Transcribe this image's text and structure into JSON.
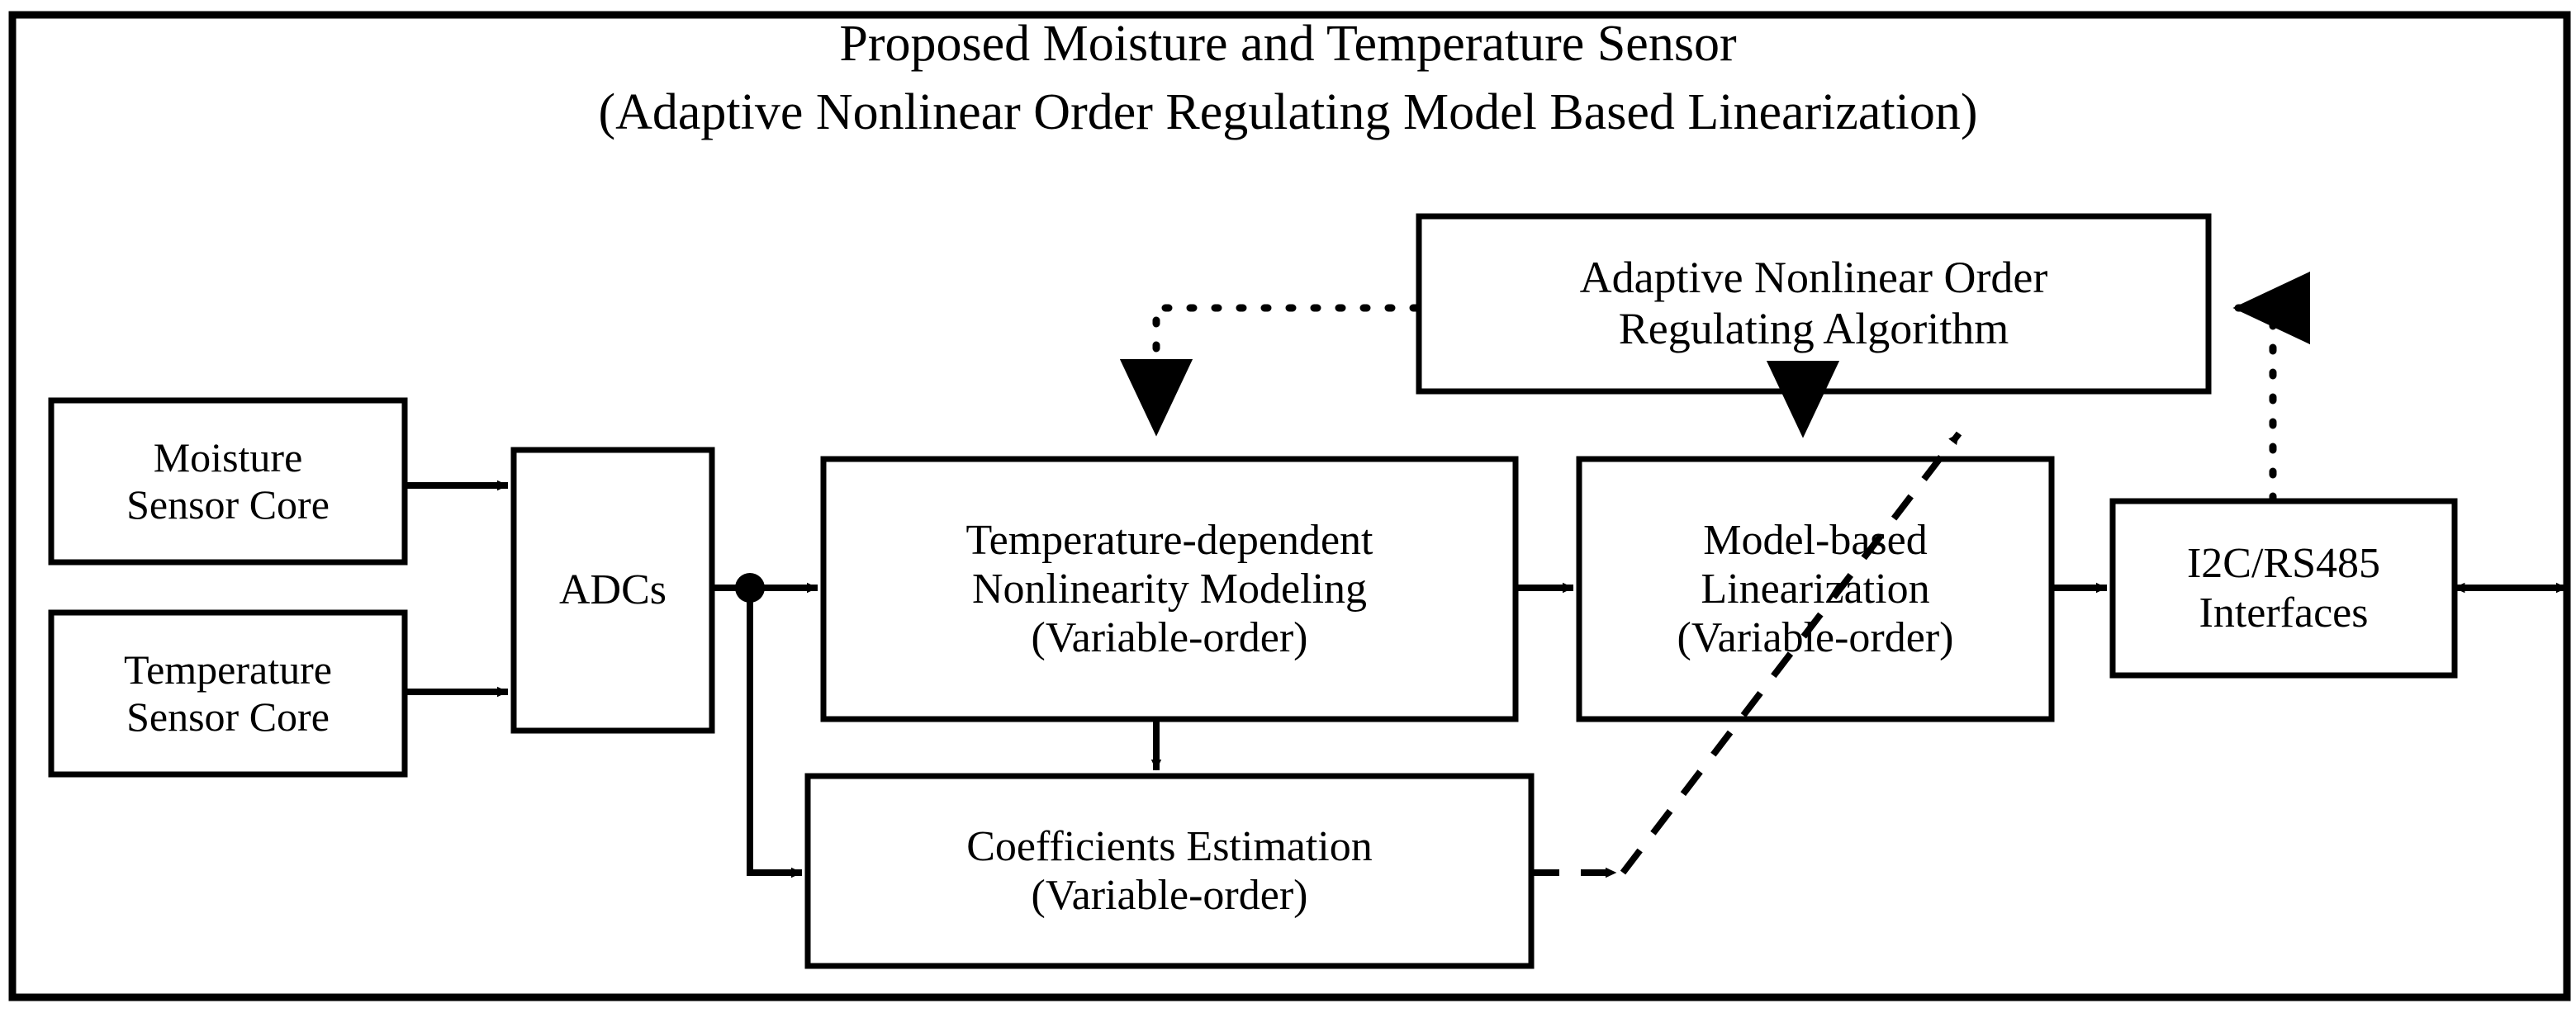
{
  "figure": {
    "title_line_1": "Proposed Moisture and Temperature Sensor",
    "title_line_2": "(Adaptive Nonlinear Order Regulating Model Based Linearization)",
    "stroke_color": "#000000",
    "background_color": "#ffffff"
  },
  "blocks": {
    "moisture_sensor_core": {
      "line_1": "Moisture",
      "line_2": "Sensor Core"
    },
    "temperature_sensor_core": {
      "line_1": "Temperature",
      "line_2": "Sensor Core"
    },
    "adcs": {
      "line_1": "ADCs"
    },
    "nonlinearity_modeling": {
      "line_1": "Temperature-dependent",
      "line_2": "Nonlinearity Modeling",
      "line_3": "(Variable-order)"
    },
    "coefficients_estimation": {
      "line_1": "Coefficients Estimation",
      "line_2": "(Variable-order)"
    },
    "model_based_linearization": {
      "line_1": "Model-based",
      "line_2": "Linearization",
      "line_3": "(Variable-order)"
    },
    "adaptive_algorithm": {
      "line_1": "Adaptive Nonlinear Order",
      "line_2": "Regulating Algorithm"
    },
    "interfaces": {
      "line_1": "I2C/RS485",
      "line_2": "Interfaces"
    }
  },
  "connectors": {
    "moisture_to_adcs": {
      "style": "solid",
      "arrow": "single"
    },
    "temperature_to_adcs": {
      "style": "solid",
      "arrow": "single"
    },
    "adcs_to_nonlinearity": {
      "style": "solid",
      "arrow": "single"
    },
    "adcs_branch_to_coefficients": {
      "style": "solid",
      "arrow": "single"
    },
    "nonlinearity_to_coefficients": {
      "style": "solid",
      "arrow": "single"
    },
    "nonlinearity_to_linearization": {
      "style": "solid",
      "arrow": "single"
    },
    "linearization_to_interfaces": {
      "style": "solid",
      "arrow": "single"
    },
    "interfaces_external_bus": {
      "style": "solid",
      "arrow": "double"
    },
    "algorithm_to_nonlinearity": {
      "style": "dotted",
      "arrow": "single"
    },
    "algorithm_to_linearization": {
      "style": "dotted",
      "arrow": "single"
    },
    "interfaces_to_algorithm": {
      "style": "dotted",
      "arrow": "single"
    },
    "coefficients_to_linearization": {
      "style": "dashed",
      "arrow": "single"
    }
  }
}
